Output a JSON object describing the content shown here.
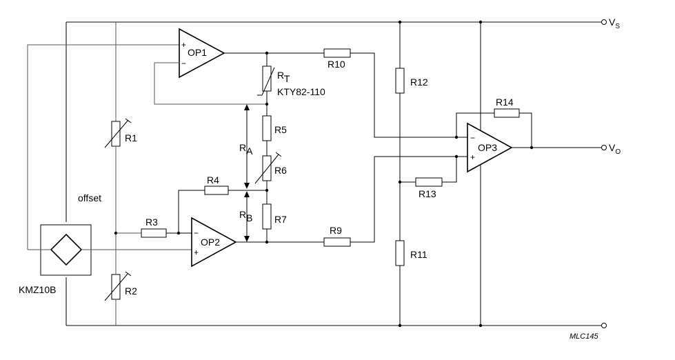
{
  "terminals": {
    "vs": "V",
    "vs_sub": "S",
    "vo": "V",
    "vo_sub": "O"
  },
  "sensor": {
    "name": "KMZ10B"
  },
  "offset_label": "offset",
  "opamps": {
    "op1": {
      "label": "OP1",
      "plus": "+",
      "minus": "−"
    },
    "op2": {
      "label": "OP2",
      "plus": "+",
      "minus": "−"
    },
    "op3": {
      "label": "OP3",
      "plus": "+",
      "minus": "−"
    }
  },
  "resistors": {
    "r1": "R1",
    "r2": "R2",
    "r3": "R3",
    "r4": "R4",
    "r5": "R5",
    "r6": "R6",
    "r7": "R7",
    "r9": "R9",
    "r10": "R10",
    "r11": "R11",
    "r12": "R12",
    "r13": "R13",
    "r14": "R14"
  },
  "rt": {
    "label": "R",
    "sub": "T",
    "part": "KTY82-110"
  },
  "ra": {
    "label": "R",
    "sub": "A"
  },
  "rb": {
    "label": "R",
    "sub": "B"
  },
  "drawing_code": "MLC145"
}
